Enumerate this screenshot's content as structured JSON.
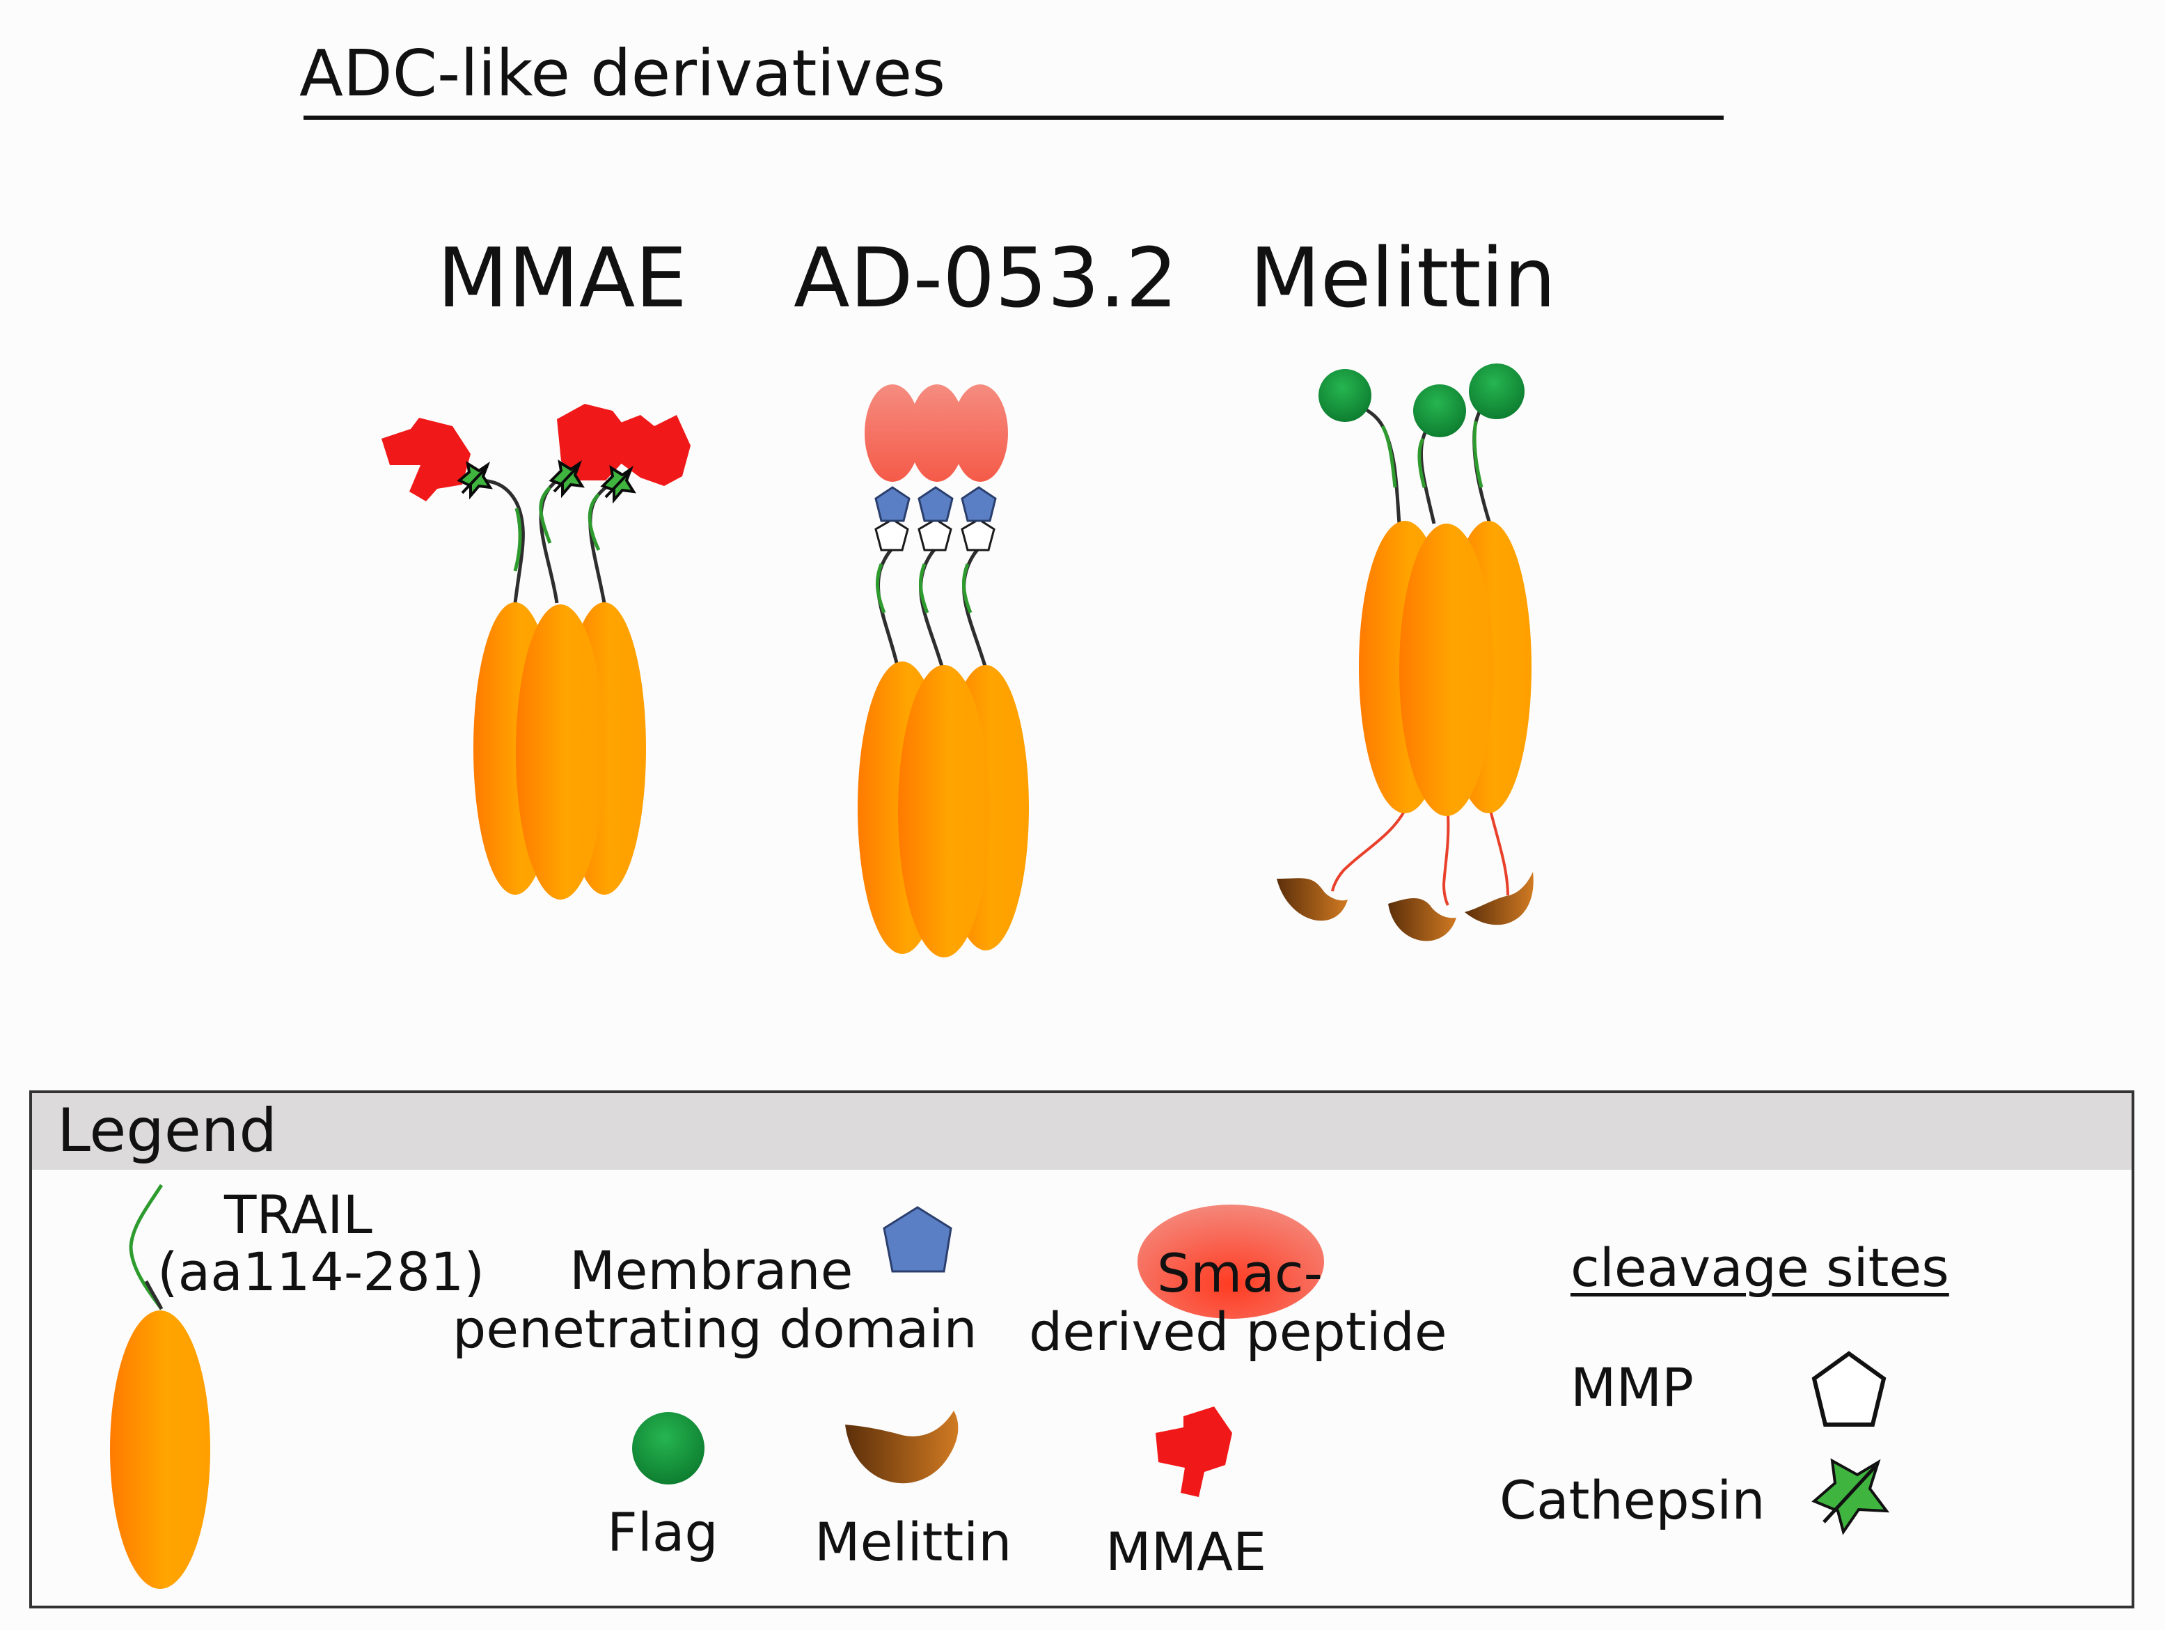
{
  "title": "ADC-like derivatives",
  "columns": {
    "mmae": "MMAE",
    "ad": "AD-053.2",
    "melittin": "Melittin"
  },
  "legend": {
    "title": "Legend",
    "trail_line1": "TRAIL",
    "trail_line2": "(aa114-281)",
    "membrane_line1": "Membrane",
    "membrane_line2": "penetrating domain",
    "smac_line1": "Smac-",
    "smac_line2": "derived peptide",
    "cleavage_title": "cleavage sites",
    "mmp": "MMP",
    "cathepsin": "Cathepsin",
    "flag": "Flag",
    "melittin": "Melittin",
    "mmae": "MMAE"
  },
  "colors": {
    "trail_orange": "#ffa200",
    "smac_red": "#f26a5c",
    "membrane_blue": "#5b7fc4",
    "flag_green": "#138f3a",
    "melittin_brown": "#8a4b16",
    "mmae_red": "#f01818",
    "cathepsin_green": "#3fb53f",
    "linker_green": "#2e9b2e"
  }
}
